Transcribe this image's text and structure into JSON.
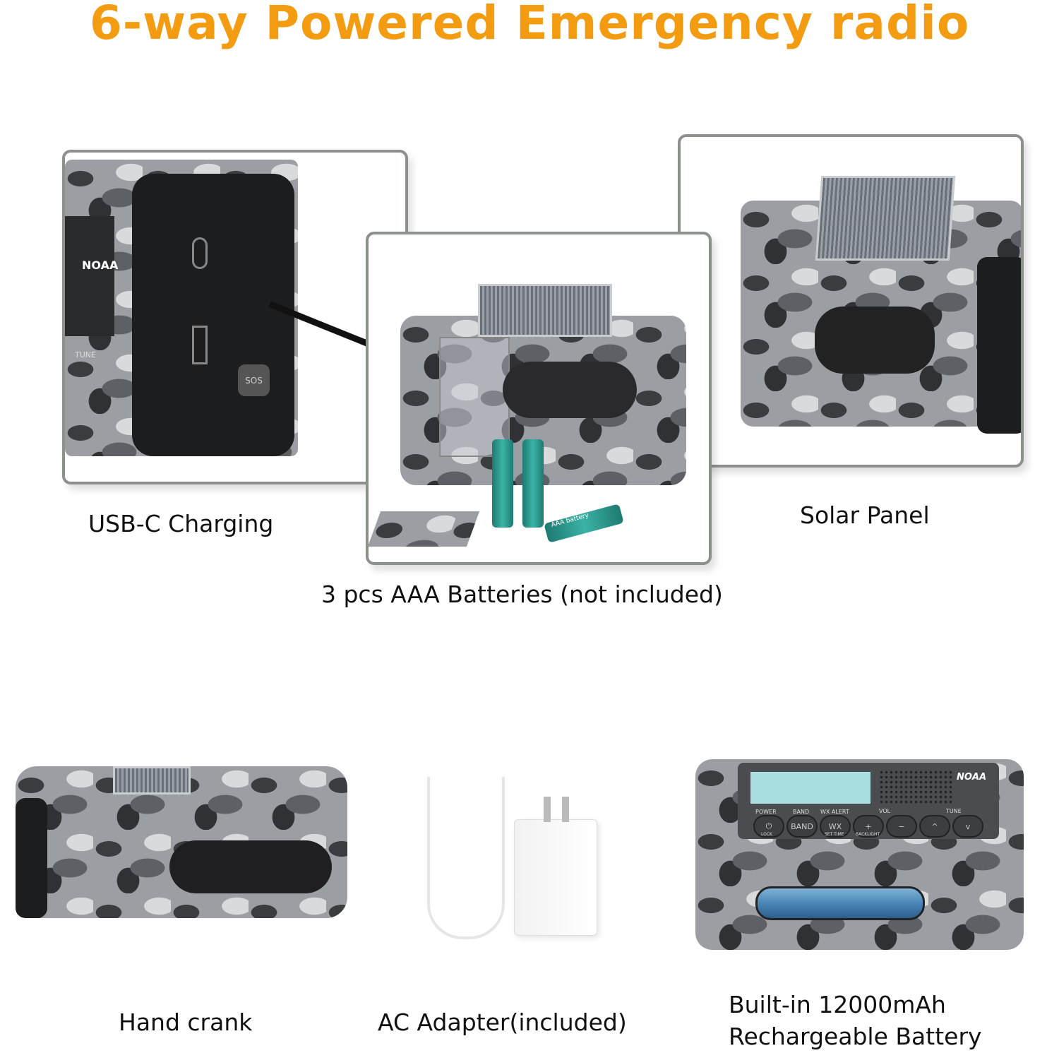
{
  "title": "6-way Powered Emergency radio",
  "title_color": "#f39c12",
  "features": {
    "usb_c": "USB-C Charging",
    "batteries": "3 pcs AAA Batteries (not included)",
    "solar": "Solar Panel",
    "hand_crank": "Hand crank",
    "ac_adapter": "AC Adapter(included)",
    "battery_line1": "Built-in 12000mAh",
    "battery_line2": "Rechargeable Battery"
  },
  "product_markings": {
    "noaa": "NOAA",
    "tune": "TUNE",
    "sos": "SOS",
    "battery_brand": "AAA battery",
    "power": "POWER",
    "band": "BAND",
    "wx_alert": "WX ALERT",
    "vol": "VOL",
    "lock": "LOCK",
    "set_time": "SET TIME",
    "backlight": "BACKLIGHT",
    "btn_band": "BAND",
    "btn_wx": "WX"
  }
}
